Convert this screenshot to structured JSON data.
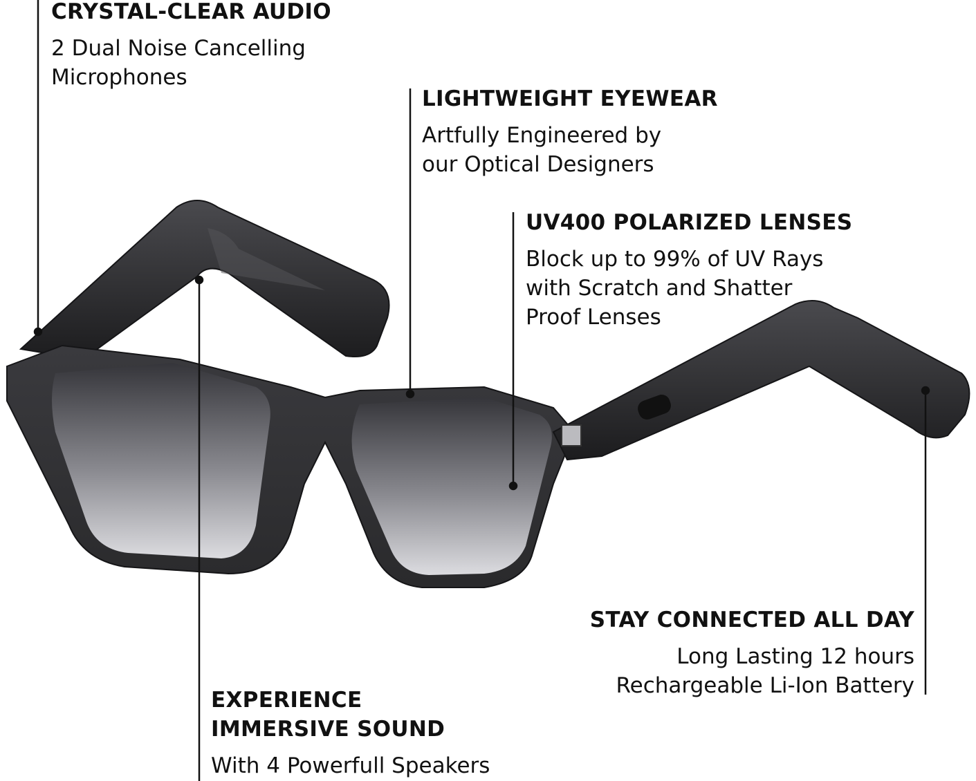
{
  "features": [
    {
      "id": "audio",
      "title": "CRYSTAL-CLEAR AUDIO",
      "lines": [
        "2 Dual Noise Cancelling",
        "Microphones"
      ]
    },
    {
      "id": "eyewear",
      "title": "LIGHTWEIGHT EYEWEAR",
      "lines": [
        "Artfully Engineered by",
        "our Optical Designers"
      ]
    },
    {
      "id": "lenses",
      "title": "UV400 POLARIZED LENSES",
      "lines": [
        "Block up to 99% of UV Rays",
        "with Scratch and Shatter",
        "Proof Lenses"
      ]
    },
    {
      "id": "battery",
      "title": "STAY CONNECTED ALL DAY",
      "lines": [
        "Long Lasting 12 hours",
        "Rechargeable Li-Ion Battery"
      ]
    },
    {
      "id": "sound",
      "title_lines": [
        "EXPERIENCE",
        "IMMERSIVE SOUND"
      ],
      "lines": [
        "With 4 Powerfull Speakers"
      ]
    }
  ],
  "colors": {
    "frame": "#2a2a2c",
    "frame_highlight": "#4a4a4e",
    "lens_top": "#3a3a3e",
    "lens_bottom": "#d8d8dc",
    "text": "#111111",
    "leader": "#111111"
  },
  "icons": [
    "smart-glasses-illustration"
  ]
}
